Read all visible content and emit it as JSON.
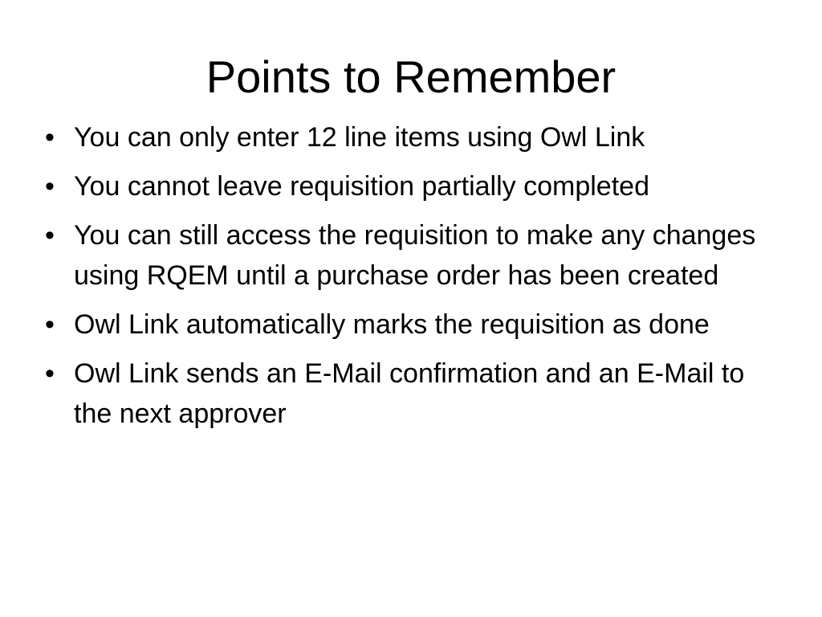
{
  "slide": {
    "title": "Points to Remember",
    "bullet_glyph": "•",
    "bullets": [
      {
        "text": "You can only enter 12 line items using Owl Link"
      },
      {
        "text": "You cannot leave requisition partially completed"
      },
      {
        "text": "You can still access the requisition to make any changes using RQEM until a purchase order has been created"
      },
      {
        "text": "Owl Link automatically marks the requisition as done"
      },
      {
        "text": "Owl Link sends an E-Mail confirmation and an E-Mail to the next approver"
      }
    ]
  }
}
